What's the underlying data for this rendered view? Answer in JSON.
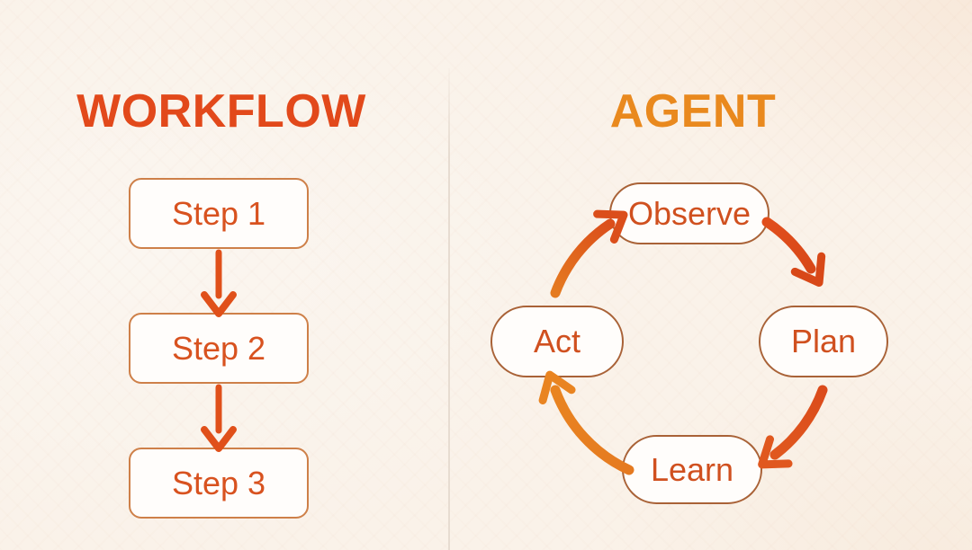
{
  "panels": {
    "workflow": {
      "title": "WORKFLOW",
      "steps": [
        "Step 1",
        "Step 2",
        "Step 3"
      ],
      "flow": "linear, top to bottom"
    },
    "agent": {
      "title": "AGENT",
      "nodes": {
        "top": "Observe",
        "right": "Plan",
        "bottom": "Learn",
        "left": "Act"
      },
      "cycle_order": [
        "Observe",
        "Plan",
        "Learn",
        "Act"
      ],
      "flow": "circular loop, clockwise"
    }
  },
  "colors": {
    "workflow_title": "#E2491B",
    "agent_title": "#E9891E",
    "step_box_border": "#CE8049",
    "agent_pill_border": "#A96237",
    "label_text": "#D8521F",
    "arrow_red_orange": "#DD4C1C",
    "arrow_orange": "#E8821F",
    "background_cream": "#FAF2E9",
    "divider": "#E7DCD1",
    "node_fill": "#FFFDFB"
  }
}
